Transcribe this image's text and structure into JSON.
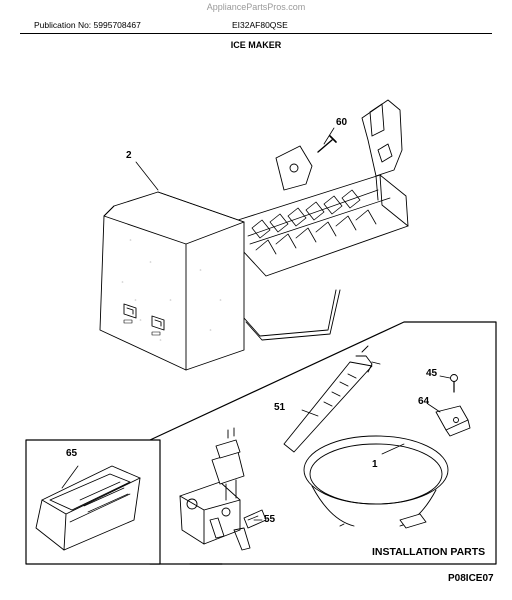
{
  "header": {
    "watermark": "AppliancePartsPros.com",
    "publication": "Publication No: 5995708467",
    "model": "EI32AF80QSE",
    "title": "ICE MAKER"
  },
  "callouts": {
    "ice_maker": "2",
    "screw_60": "60",
    "ice_bin": "65",
    "tie_51": "51",
    "tubing_1": "1",
    "screw_45": "45",
    "clamp_64": "64",
    "valve_55": "55"
  },
  "installation_label": "INSTALLATION PARTS",
  "figure_code": "P08ICE07"
}
